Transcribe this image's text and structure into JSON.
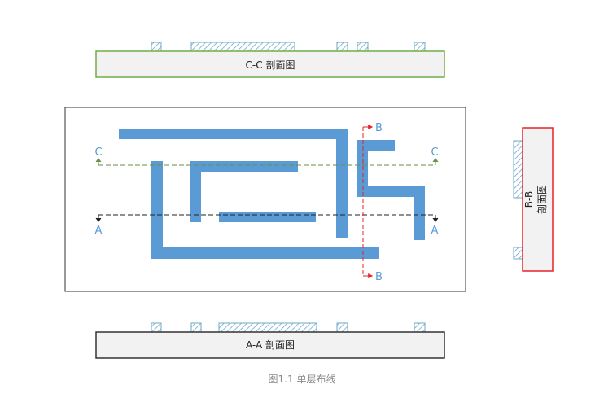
{
  "sections": {
    "cc_label": "C-C 剖面图",
    "aa_label": "A-A 剖面图",
    "bb_label_top": "B-B",
    "bb_label_bottom": "剖面图"
  },
  "cut_markers": {
    "c_left": "C",
    "c_right": "C",
    "a_left": "A",
    "a_right": "A",
    "b_top": "B",
    "b_bottom": "B"
  },
  "caption": "图1.1  单层布线",
  "colors": {
    "trace": "#5b9bd5",
    "cc_border": "#70ad47",
    "bb_border": "#e8202a",
    "aa_border": "#333333",
    "section_fill": "#f2f2f2",
    "hatch": "#6fa8c8",
    "c_line": "#6a8f4a",
    "a_line": "#222222",
    "b_line": "#e8202a",
    "letter": "#5b9bd5",
    "caption": "#8a8a8a"
  }
}
